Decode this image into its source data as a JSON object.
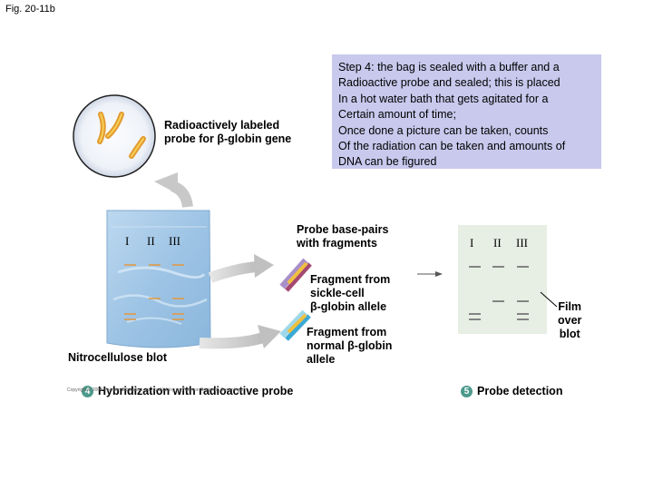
{
  "figure_label": "Fig. 20-11b",
  "step_box_text": "Step 4:  the bag is sealed with a buffer and a\nRadioactive probe and sealed;  this is placed\nIn a hot water bath that gets agitated for a\nCertain amount of time;\nOnce done a picture can be taken, counts\nOf the radiation can be taken and amounts of\nDNA can be figured",
  "probe_label": "Radioactively labeled\nprobe for β-globin gene",
  "lanes_left": [
    "I",
    "II",
    "III"
  ],
  "lanes_right": [
    "I",
    "II",
    "III"
  ],
  "nitrocellulose_label": "Nitrocellulose blot",
  "basepair_label": "Probe base-pairs\nwith fragments",
  "sickle_label": "Fragment from\nsickle-cell\nβ-globin allele",
  "normal_label": "Fragment from\nnormal β-globin\nallele",
  "film_label": "Film\nover\nblot",
  "step4": {
    "number": "4",
    "label": "Hybridization with radioactive probe"
  },
  "step5": {
    "number": "5",
    "label": "Probe detection"
  },
  "copyright": "Copyright © 2008 Pearson Education, Inc., publishing as Pearson Benjamin Cummings.",
  "colors": {
    "box": "#c9c9ee",
    "blot": "#9fc6e4",
    "film": "#e7eee3",
    "band_orange": "#e09a45",
    "arrow_gray": "#c8c8c8",
    "step_circle": "#4d9a8c"
  }
}
